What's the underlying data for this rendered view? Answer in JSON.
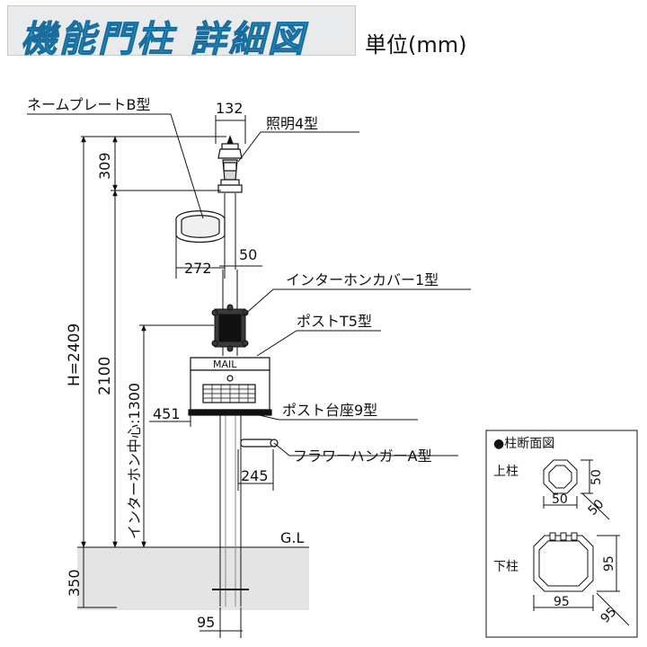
{
  "title": "機能門柱 詳細図",
  "unit": "単位(mm)",
  "labels": {
    "nameplate": "ネームプレートB型",
    "light": "照明4型",
    "intercom_cover": "インターホンカバー1型",
    "post": "ポストT5型",
    "post_base": "ポスト台座9型",
    "flower_hanger": "フラワーハンガーA型",
    "mailbox_text": "MAIL",
    "ground": "G.L"
  },
  "dimensions": {
    "lamp_width": "132",
    "lamp_height": "309",
    "nameplate_width": "272",
    "pole_width": "50",
    "post_base_width": "451",
    "flower_hanger_width": "245",
    "height": "H=2409",
    "height_2100": "2100",
    "intercom_center": "インターホン中心:1300",
    "embed_depth": "350",
    "base_width": "95"
  },
  "section": {
    "title": "●柱断面図",
    "upper_label": "上柱",
    "upper_width": "50",
    "upper_height": "50",
    "upper_diag": "50",
    "lower_label": "下柱",
    "lower_width": "95",
    "lower_height": "95",
    "lower_diag": "95"
  },
  "colors": {
    "title_fill": "#1ea0d8",
    "title_box": "#e9eaec",
    "ground_fill": "#e4e4e4",
    "line": "#111111"
  }
}
